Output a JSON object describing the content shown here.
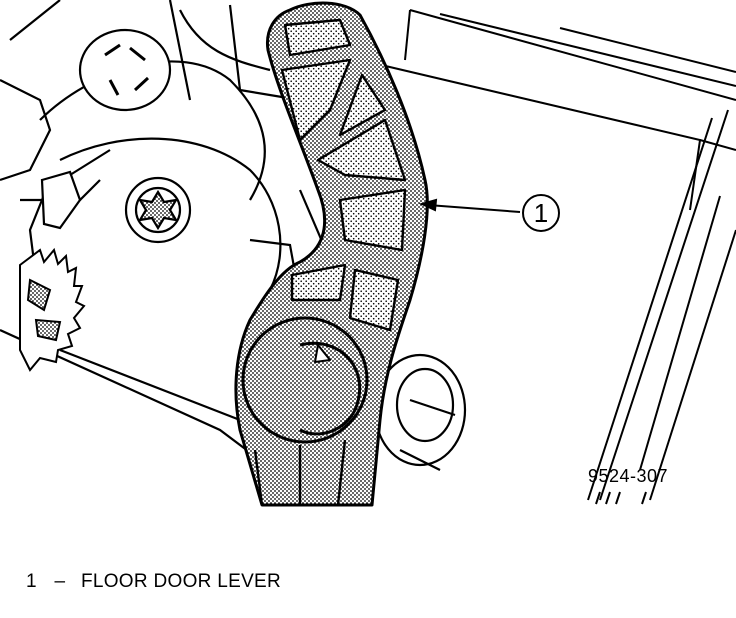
{
  "figure": {
    "callout": "1",
    "code": "9524-307"
  },
  "legend": {
    "number": "1",
    "separator": "–",
    "label": "FLOOR DOOR LEVER"
  },
  "colors": {
    "ink": "#000000",
    "paper": "#ffffff",
    "stipple": "#9a9a9a"
  }
}
